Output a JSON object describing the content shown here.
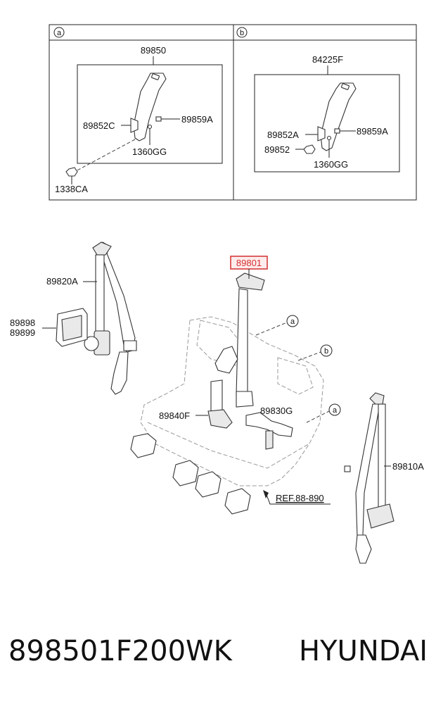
{
  "panels": [
    {
      "letter": "a",
      "assembly": "89850",
      "labels": [
        "89852C",
        "89859A",
        "1360GG",
        "1338CA"
      ]
    },
    {
      "letter": "b",
      "assembly": "84225F",
      "labels": [
        "89852A",
        "89859A",
        "89852",
        "1360GG"
      ]
    }
  ],
  "main": {
    "highlight_label": "89801",
    "highlight_color": "#d32f2f",
    "labels": [
      "89820A",
      "89898",
      "89899",
      "89840F",
      "89830G",
      "89810A"
    ],
    "reference": "REF.88-890",
    "callouts": [
      "a",
      "b",
      "a"
    ]
  },
  "caption": {
    "part_number": "898501F200WK",
    "brand": "HYUNDAI"
  }
}
